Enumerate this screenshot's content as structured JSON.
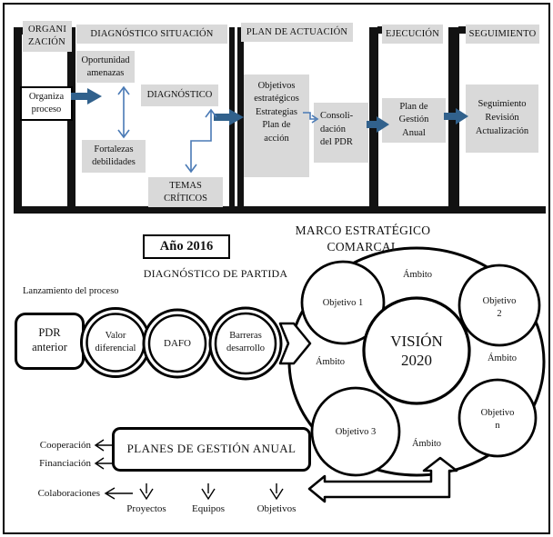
{
  "colors": {
    "panel_gray": "#d9d9d9",
    "arrow_dark_blue": "#31618c",
    "arrow_light_blue": "#4a7ab5",
    "line_black": "#000000"
  },
  "flow": {
    "phases": [
      {
        "title": "ORGANI\nZACIÓN"
      },
      {
        "title": "DIAGNÓSTICO SITUACIÓN"
      },
      {
        "title": "PLAN DE ACTUACIÓN"
      },
      {
        "title": "EJECUCIÓN"
      },
      {
        "title": "SEGUIMIENTO"
      }
    ],
    "boxes": {
      "organiza": "Organiza\nproceso",
      "oportunidad": "Oportunidad\namenazas",
      "diagnostico": "DIAGNÓSTICO",
      "fortalezas": "Fortalezas\ndebilidades",
      "temas": "TEMAS\nCRÍTICOS",
      "objetivos": "Objetivos\nestratégicos\nEstrategias\nPlan de\nacción",
      "consolidacion": "Consoli-\ndación\ndel PDR",
      "plan_gestion": "Plan de\nGestión\nAnual",
      "seguimiento": "Seguimiento\nRevisión\nActualización"
    }
  },
  "marco": {
    "title": "MARCO ESTRATÉGICO COMARCAL",
    "year_label": "Año 2016",
    "subtitle": "DIAGNÓSTICO DE PARTIDA",
    "launch_label": "Lanzamiento del proceso",
    "pdr_label": "PDR\nanterior",
    "chain": [
      {
        "label": "Valor\ndiferencial"
      },
      {
        "label": "DAFO"
      },
      {
        "label": "Barreras\ndesarrollo"
      }
    ],
    "vision_label": "VISIÓN\n2020",
    "objective_circles": [
      {
        "label": "Objetivo 1"
      },
      {
        "label": "Objetivo\n2"
      },
      {
        "label": "Objetivo 3"
      },
      {
        "label": "Objetivo\nn"
      }
    ],
    "ambito_label": "Ámbito",
    "planes_label": "PLANES DE GESTIÓN ANUAL",
    "side_labels": [
      {
        "label": "Cooperación"
      },
      {
        "label": "Financiación"
      },
      {
        "label": "Colaboraciones"
      }
    ],
    "result_labels": [
      {
        "label": "Proyectos"
      },
      {
        "label": "Equipos"
      },
      {
        "label": "Objetivos"
      }
    ]
  }
}
